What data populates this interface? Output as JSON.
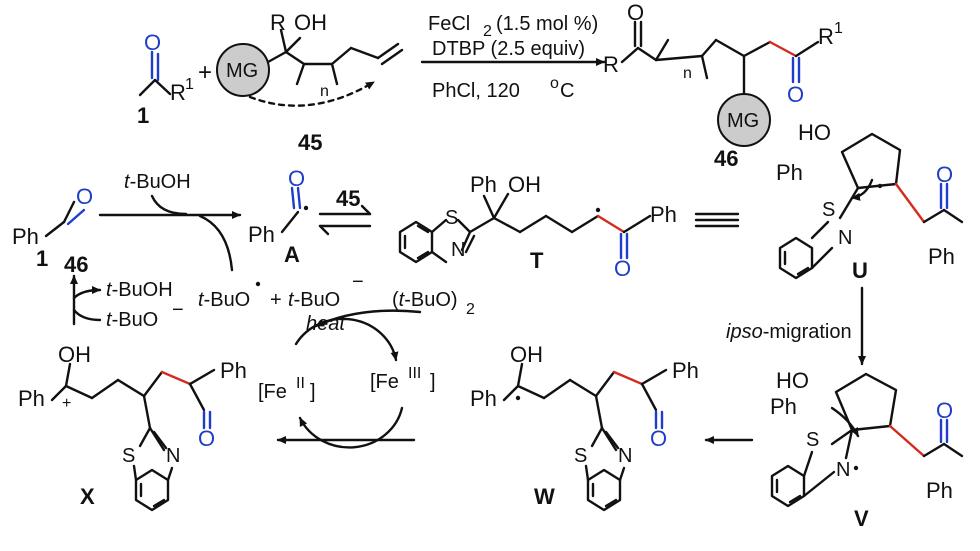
{
  "conditions": {
    "catalyst": "FeCl",
    "catalyst_sub": "2",
    "catalyst_amount": "(1.5 mol %)",
    "oxidant": "DTBP (2.5 equiv)",
    "solvent_temp": "PhCl, 120 ",
    "degree": "o",
    "temp_unit": "C"
  },
  "atoms": {
    "O": "O",
    "R": "R",
    "R1_main": "R",
    "sup1": "1",
    "OH": "OH",
    "HO": "HO",
    "Ph": "Ph",
    "S": "S",
    "N": "N",
    "n": "n",
    "plus": "+",
    "MG": "MG"
  },
  "compounds": {
    "c1": "1",
    "c45": "45",
    "c46": "46",
    "A": "A",
    "T": "T",
    "U": "U",
    "V": "V",
    "W": "W",
    "X": "X"
  },
  "species": {
    "tBuOH": "-BuOH",
    "t": "t",
    "tBuO": "-BuO",
    "tBuO_radical_dot": "•",
    "minus": "−",
    "plus_sign": "+",
    "tBuO2_open": "(",
    "tBuO2_close": "-BuO)",
    "tBuO2_sub": "2",
    "heat": "heat",
    "FeII_open": "[Fe",
    "FeII_sup": "II",
    "FeIII_sup": "III",
    "Fe_close": "]"
  },
  "labels": {
    "ipso": "ipso",
    "migration": "-migration"
  },
  "colors": {
    "red_bond": "#d32b1e",
    "blue_carbonyl": "#1f3ec8",
    "mg_fill": "#cccccc"
  }
}
